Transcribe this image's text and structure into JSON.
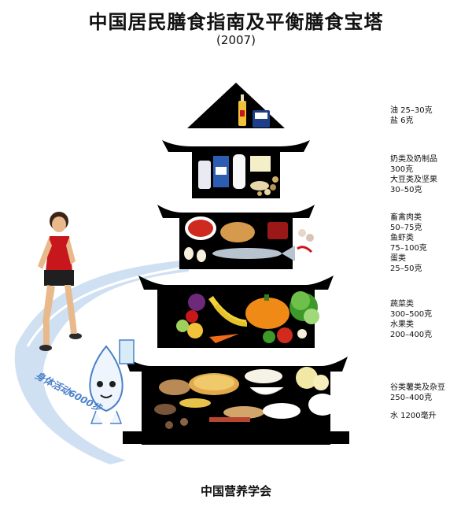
{
  "header": {
    "title": "中国居民膳食指南及平衡膳食宝塔",
    "year": "(2007)"
  },
  "tiers": [
    {
      "lines": [
        "油 25–30克",
        "盐 6克"
      ]
    },
    {
      "lines": [
        "奶类及奶制品",
        "300克",
        "大豆类及坚果",
        "30–50克"
      ]
    },
    {
      "lines": [
        "畜禽肉类",
        "50–75克",
        "鱼虾类",
        "75–100克",
        "蛋类",
        "25–50克"
      ]
    },
    {
      "lines": [
        "蔬菜类",
        "300–500克",
        "水果类",
        "200–400克"
      ]
    },
    {
      "lines": [
        "谷类薯类及杂豆",
        "250–400克"
      ]
    }
  ],
  "water": "水 1200毫升",
  "activity": "身体活动6000步",
  "footer": "中国营养学会",
  "colors": {
    "pagoda": "#000000",
    "path": "#a9c6e8",
    "runner_shirt": "#c8161d"
  }
}
